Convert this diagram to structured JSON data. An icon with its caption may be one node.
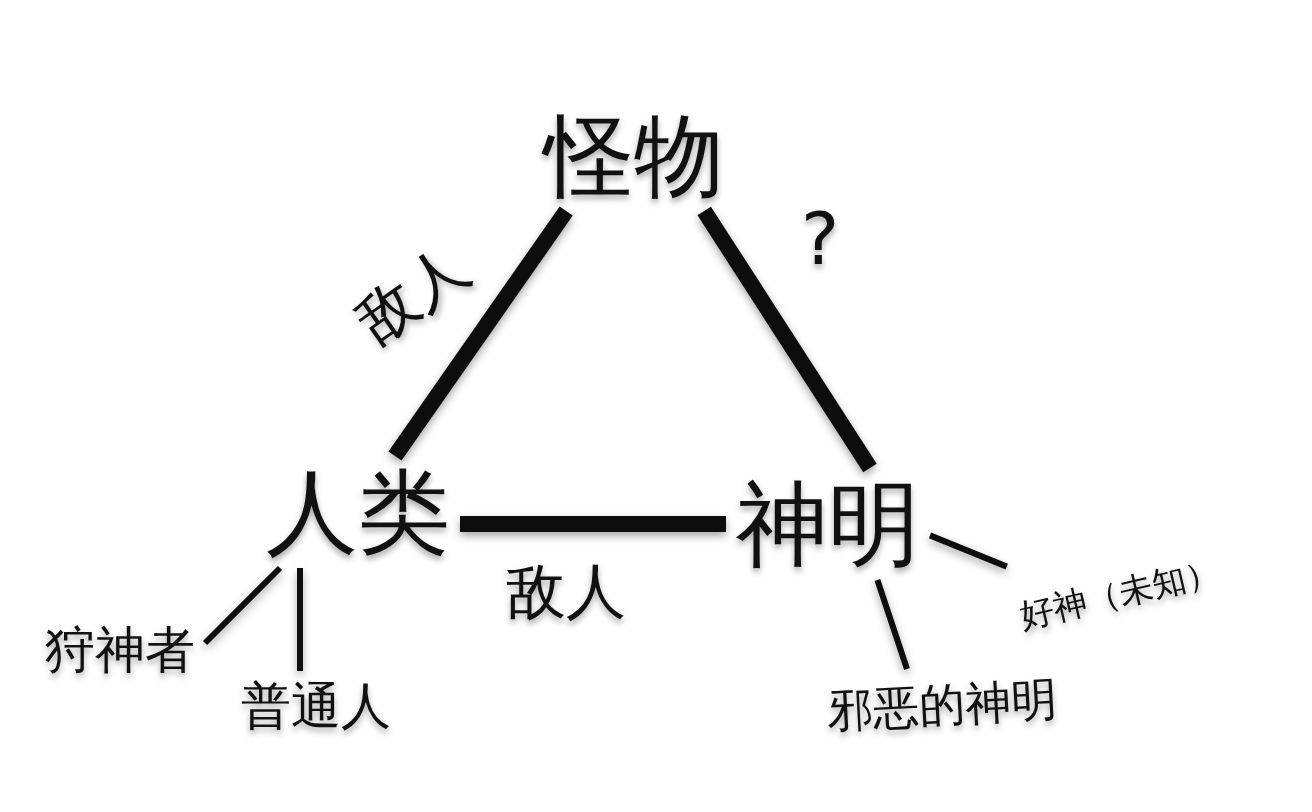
{
  "diagram": {
    "nodes": [
      {
        "text": [
          "怪物"
        ]
      },
      {
        "text": [
          "人类"
        ]
      },
      {
        "text": [
          "神明"
        ]
      },
      {
        "text": [
          "狩神者"
        ]
      },
      {
        "text": [
          "普通人"
        ]
      },
      {
        "text": [
          "邪恶的神明"
        ]
      },
      {
        "text": [
          "好神（未知）"
        ]
      }
    ],
    "edges": [
      {
        "from": 0,
        "to": 1,
        "arrow": "none",
        "label": "敌人",
        "style": "thick"
      },
      {
        "from": 0,
        "to": 2,
        "arrow": "none",
        "label": "?",
        "style": "thick"
      },
      {
        "from": 1,
        "to": 2,
        "arrow": "none",
        "label": "敌人",
        "style": "thick"
      },
      {
        "from": 1,
        "to": 3,
        "arrow": "none"
      },
      {
        "from": 1,
        "to": 4,
        "arrow": "none"
      },
      {
        "from": 2,
        "to": 5,
        "arrow": "none"
      },
      {
        "from": 2,
        "to": 6,
        "arrow": "none"
      }
    ]
  }
}
